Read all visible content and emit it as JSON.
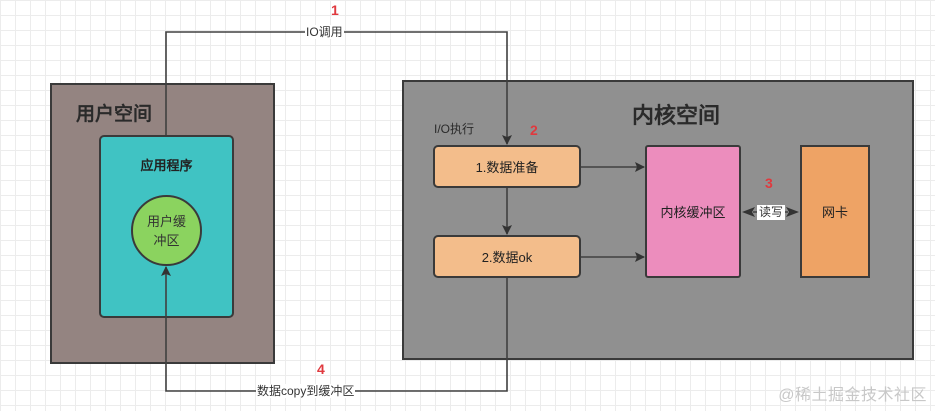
{
  "user_space": {
    "title": "用户空间",
    "application": {
      "title": "应用程序",
      "buffer_label": "用户缓冲区"
    }
  },
  "kernel_space": {
    "title": "内核空间",
    "io_exec_label": "I/O执行",
    "steps": [
      {
        "label": "1.数据准备"
      },
      {
        "label": "2.数据ok"
      }
    ],
    "kernel_buffer_label": "内核缓冲区",
    "nic_label": "网卡",
    "read_write_label": "读写"
  },
  "edges": {
    "io_call": {
      "number": "1",
      "label": "IO调用"
    },
    "step2_number": "2",
    "step3_number": "3",
    "copy": {
      "number": "4",
      "label": "数据copy到缓冲区"
    }
  },
  "colors": {
    "user_space": "#948481",
    "application": "#40c3c3",
    "user_buffer": "#8bd35f",
    "kernel_space": "#909090",
    "step_box": "#f3bd8b",
    "kernel_buffer": "#ec8dbd",
    "nic": "#eea365",
    "step_number": "#e0393e"
  },
  "watermark": "@稀土掘金技术社区"
}
